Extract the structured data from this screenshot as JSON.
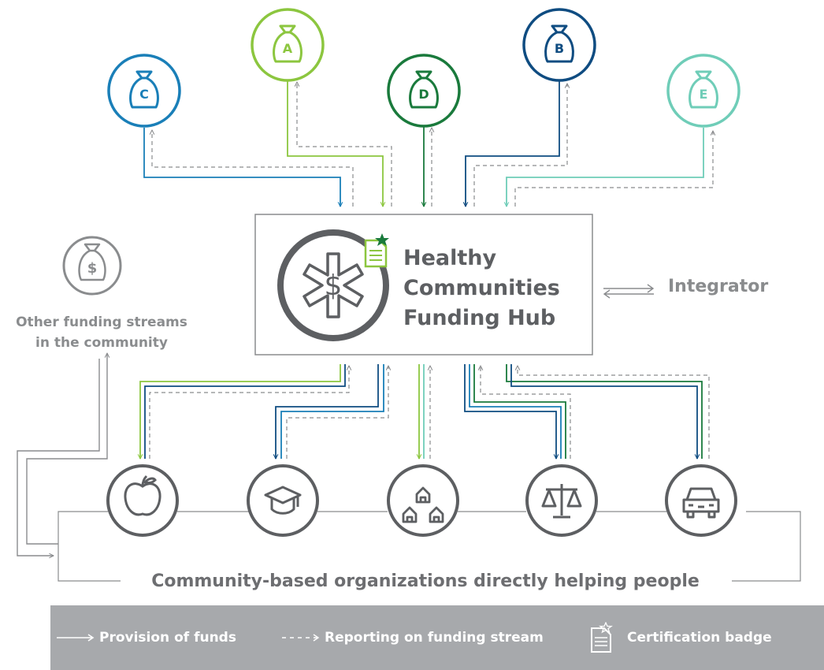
{
  "funders": [
    {
      "letter": "C",
      "color": "#1a7fb8"
    },
    {
      "letter": "A",
      "color": "#8cc63f"
    },
    {
      "letter": "D",
      "color": "#1a7a3c"
    },
    {
      "letter": "B",
      "color": "#0f4c81"
    },
    {
      "letter": "E",
      "color": "#6fcdb8"
    }
  ],
  "hub": {
    "title_line1": "Healthy",
    "title_line2": "Communities",
    "title_line3": "Funding Hub",
    "integrator_label": "Integrator"
  },
  "other_streams": {
    "symbol": "$",
    "label_line1": "Other funding streams",
    "label_line2": "in the community"
  },
  "organizations": [
    {
      "icon": "apple-icon"
    },
    {
      "icon": "graduation-cap-icon"
    },
    {
      "icon": "houses-icon"
    },
    {
      "icon": "scales-icon"
    },
    {
      "icon": "car-icon"
    }
  ],
  "community_label": "Community-based organizations directly helping people",
  "legend": {
    "provision": "Provision of funds",
    "reporting": "Reporting on funding stream",
    "certification": "Certification badge"
  },
  "colors": {
    "gray": "#8a8c8e",
    "dark_gray": "#5d5f62",
    "legend_bg": "#a7a9ac",
    "badge_green": "#8cc63f"
  }
}
